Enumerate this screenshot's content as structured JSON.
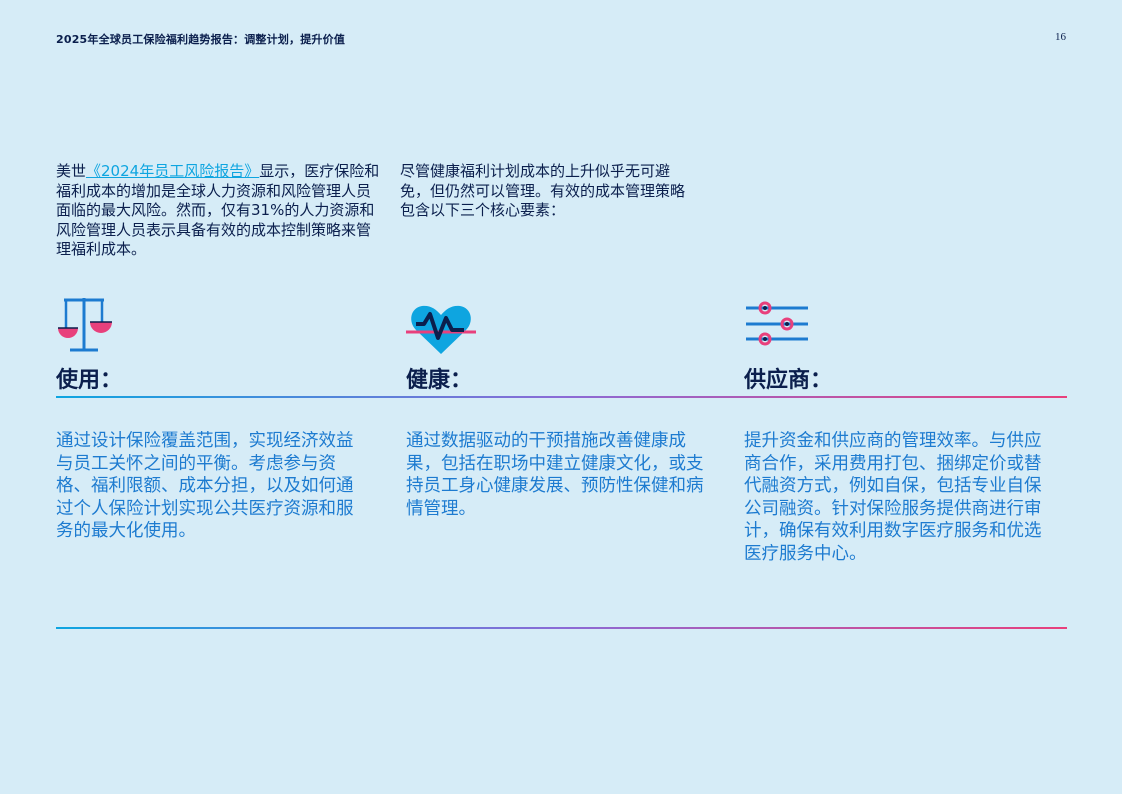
{
  "header": {
    "title": "2025年全球员工保险福利趋势报告：调整计划，提升价值",
    "page_number": "16"
  },
  "intro": {
    "col1_prefix": "美世",
    "col1_link": "《2024年员工风险报告》",
    "col1_suffix": "显示，医疗保险和福利成本的增加是全球人力资源和风险管理人员面临的最大风险。然而，仅有31%的人力资源和风险管理人员表示具备有效的成本控制策略来管理福利成本。",
    "col2": "尽管健康福利计划成本的上升似乎无可避免，但仍然可以管理。有效的成本管理策略包含以下三个核心要素："
  },
  "sections": [
    {
      "icon": "scale-icon",
      "title": "使用：",
      "body": "通过设计保险覆盖范围，实现经济效益与员工关怀之间的平衡。考虑参与资格、福利限额、成本分担，以及如何通过个人保险计划实现公共医疗资源和服务的最大化使用。"
    },
    {
      "icon": "heart-pulse-icon",
      "title": "健康：",
      "body": "通过数据驱动的干预措施改善健康成果，包括在职场中建立健康文化，或支持员工身心健康发展、预防性保健和病情管理。"
    },
    {
      "icon": "sliders-icon",
      "title": "供应商：",
      "body": "提升资金和供应商的管理效率。与供应商合作，采用费用打包、捆绑定价或替代融资方式，例如自保，包括专业自保公司融资。针对保险服务提供商进行审计，确保有效利用数字医疗服务和优选医疗服务中心。"
    }
  ],
  "colors": {
    "background": "#d6ecf7",
    "navy": "#0b1f4d",
    "blue": "#1d7bd0",
    "cyan": "#0ea5e0",
    "pink": "#e8407c",
    "purple": "#8b6bd6"
  }
}
